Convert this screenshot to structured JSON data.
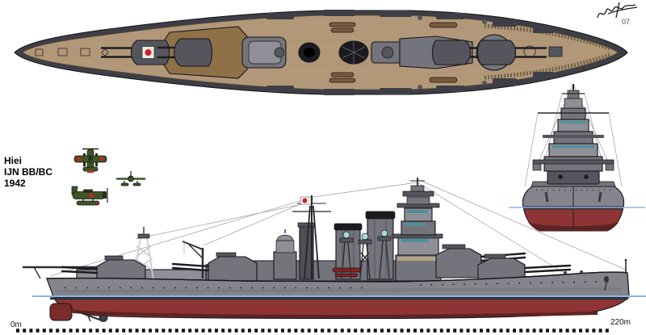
{
  "title": {
    "name": "Hiei",
    "designation": "IJN BB/BC",
    "year": "1942"
  },
  "signature": {
    "mark": "07"
  },
  "scale": {
    "start_label": "0m",
    "end_label": "220m"
  },
  "colors": {
    "background": "#ffffff",
    "deck_tan": "#b29878",
    "deck_line": "#96805e",
    "hull_dark": "#3e3e46",
    "steel_light": "#8f8f97",
    "steel_mid": "#74747c",
    "steel_dark": "#55555d",
    "outline": "#17171b",
    "hull_gray": "#84848c",
    "hull_red": "#8e3434",
    "hull_red_dark": "#5e2222",
    "boot_stripe": "#2a3640",
    "waterline_blue": "#8fb4e3",
    "window_teal": "#4e8f9e",
    "searchlight_cyan": "#a8d8dc",
    "khaki": "#b0a484",
    "boat_brown": "#7a5a3c",
    "boat_red": "#8c2020",
    "lattice_white": "#c8c8ce",
    "aircraft_green": "#3e5524",
    "aircraft_dark": "#22301a",
    "hinomaru_red": "#cc2222",
    "flag_white": "#f4f4f6",
    "rigging": "#9a9aa2"
  }
}
